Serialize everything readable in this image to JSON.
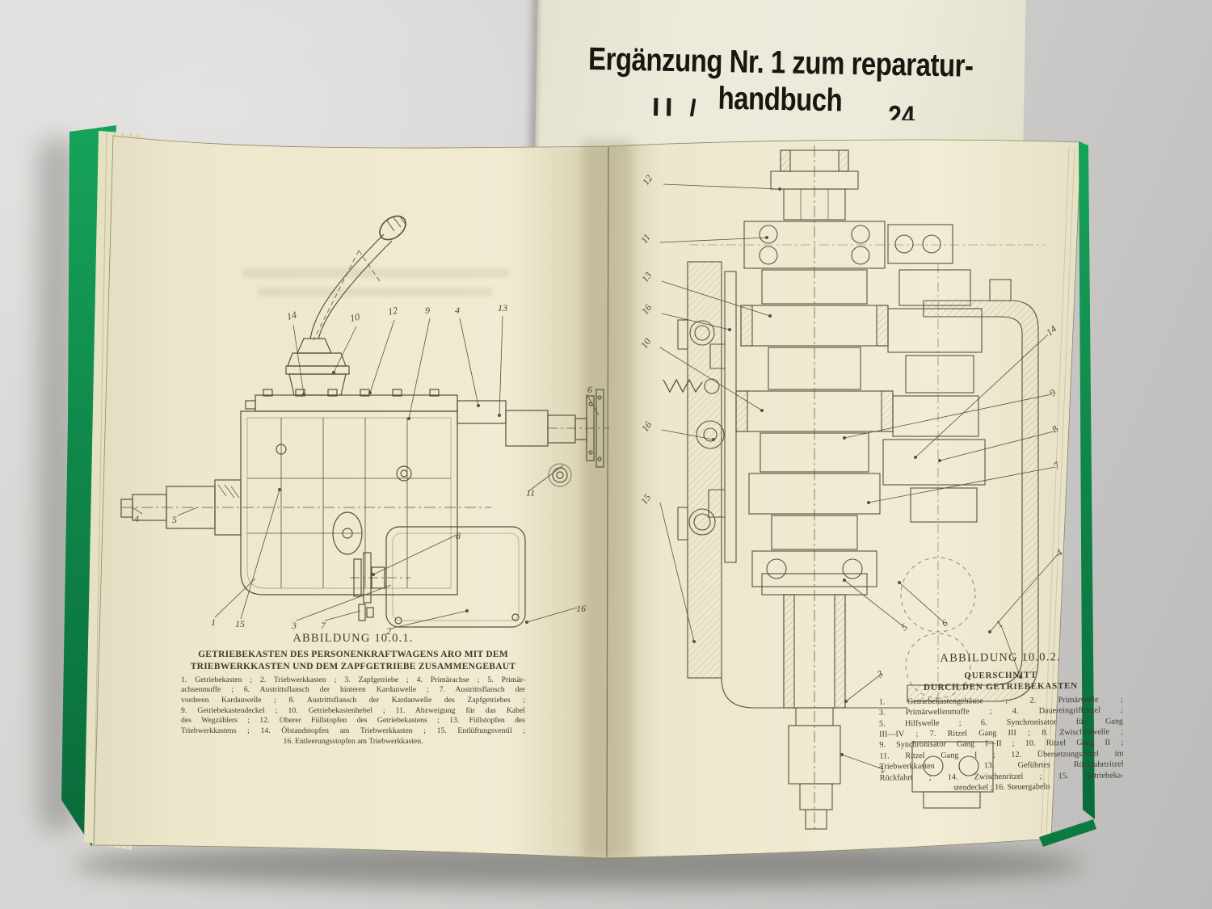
{
  "palette": {
    "background_gray": "#d4d3d1",
    "book_cover_green": "#129a55",
    "page_cream": "#ece6cb",
    "diagram_ink": "#57523d",
    "caption_ink": "#403b29"
  },
  "pamphlet": {
    "title": "Ergänzung Nr. 1 zum reparatur-handbuch",
    "subtitle_fragment": "24"
  },
  "left_page": {
    "figure_label": "ABBILDUNG 10.0.1.",
    "title_line1": "GETRIEBEKASTEN DES PERSONENKRAFTWAGENS ARO MIT DEM",
    "title_line2": "TRIEBWERKKASTEN UND DEM ZAPFGETRIEBE ZUSAMMENGEBAUT",
    "legend_lines": [
      "1. Getriebekasten ; 2. Triebwerkkasten ; 3. Zapfgetriebe ; 4. Primärachse ; 5. Primär-",
      "achsenmuffe ; 6. Austrittsflansch der hinteren Kardanwelle ; 7. Austrittsflansch der",
      "vorderen Kardanwelle ; 8. Austrittsflansch der Kardanwelle des Zapfgetriebes ;",
      "9. Getriebekastendeckel ; 10. Getriebekastenhebel ; 11. Abzweigung für das Kabel",
      "des Wegzählers ; 12. Oberer Füllstopfen des Getriebekastens ; 13. Füllstopfen des",
      "Triebwerkkastens ; 14. Ölstandstopfen am Triebwerkkasten ; 15. Entlüftungsventil ;",
      "16. Entleerungsstopfen am Triebwerkkasten."
    ],
    "callouts": [
      "14",
      "10",
      "12",
      "9",
      "4",
      "13",
      "6",
      "11",
      "8",
      "16",
      "4",
      "5",
      "1",
      "15",
      "3",
      "7",
      "2"
    ]
  },
  "right_page": {
    "figure_label": "ABBILDUNG 10.0.2.",
    "title_line1": "QUERSCHNITT",
    "title_line2": "DURCH DEN GETRIEBEKASTEN",
    "legend_lines": [
      "1. Getriebekastengehäuse ; 2. Primärwelle ;",
      "3. Primärwellenmuffe ; 4. Dauereingriffritzel ;",
      "5. Hilfswelle ; 6. Synchronisator für Gang",
      "III—IV ; 7. Ritzel Gang III ; 8. Zwischenwelle ;",
      "9. Synchronisator Gang I—II ; 10. Ritzel Gang II ;",
      "11. Ritzel Gang I ; 12. Übersetzungsritzel im",
      "Triebwerkkasten ; 13. Geführtes Rückfahrtritzel",
      "Rückfahrt ; 14. Zwischenritzel ; 15. Getriebeka-",
      "stendeckel ; 16. Steuergabeln"
    ],
    "callouts_left": [
      "12",
      "11",
      "13",
      "16",
      "10",
      "16",
      "15"
    ],
    "callouts_right": [
      "14",
      "9",
      "8",
      "7",
      "4",
      "1"
    ],
    "callouts_bottom": [
      "5",
      "6",
      "3",
      "2"
    ]
  }
}
